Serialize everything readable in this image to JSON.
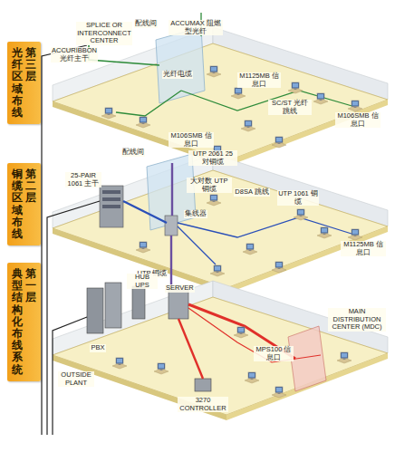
{
  "diagram": {
    "nodes": [
      {
        "text": [
          "第三层",
          "光纤区域布线"
        ]
      },
      {
        "text": [
          "第二层",
          "铜缆区域布线"
        ]
      },
      {
        "text": [
          "第一层",
          "典型结构化布线系统"
        ]
      }
    ],
    "labels": [
      "配线间",
      "SPLICE OR INTERCONNECT CENTER",
      "ACCUMAX 阻燃型光纤",
      "ACCURIBBON 光纤主干",
      "光纤电缆",
      "M1125MB 信息口",
      "SC/ST 光纤跳线",
      "M106SMB 信息口",
      "M106SMB 信息口",
      "配线间",
      "UTP 2061 25 对铜缆",
      "25-PAIR 1061 主干",
      "大对数 UTP 铜缆",
      "D8SA 跳线",
      "UTP 1061 铜缆",
      "集线器",
      "M1125MB 信息口",
      "UTP 铜缆",
      "HUB UPS",
      "SERVER",
      "PBX",
      "MPS100 信息口",
      "MAIN DISTRIBUTION CENTER (MDC)",
      "OUTSIDE PLANT",
      "3270 CONTROLLER"
    ]
  }
}
